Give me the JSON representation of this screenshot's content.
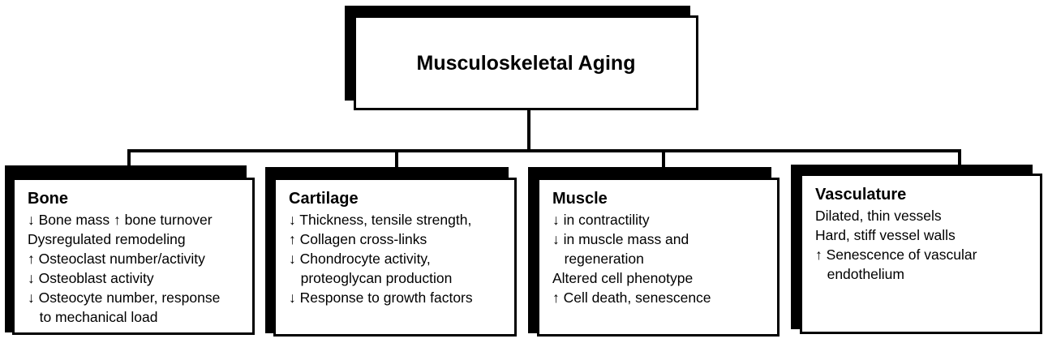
{
  "diagram": {
    "title": "Musculoskeletal Aging",
    "categories": [
      {
        "heading": "Bone",
        "lines": [
          "↓ Bone mass ↑ bone turnover",
          "Dysregulated remodeling",
          "↑ Osteoclast number/activity",
          "↓ Osteoblast activity",
          "↓ Osteocyte number, response",
          "   to mechanical load"
        ]
      },
      {
        "heading": "Cartilage",
        "lines": [
          "↓ Thickness, tensile strength,",
          "↑ Collagen cross-links",
          "↓ Chondrocyte activity,",
          "   proteoglycan production",
          "↓ Response to growth factors"
        ]
      },
      {
        "heading": "Muscle",
        "lines": [
          "↓ in contractility",
          "↓ in muscle mass and",
          "   regeneration",
          "Altered cell phenotype",
          "↑ Cell death, senescence"
        ]
      },
      {
        "heading": "Vasculature",
        "lines": [
          "Dilated, thin vessels",
          "Hard, stiff vessel walls",
          "↑ Senescence of vascular",
          "   endothelium"
        ]
      }
    ]
  }
}
